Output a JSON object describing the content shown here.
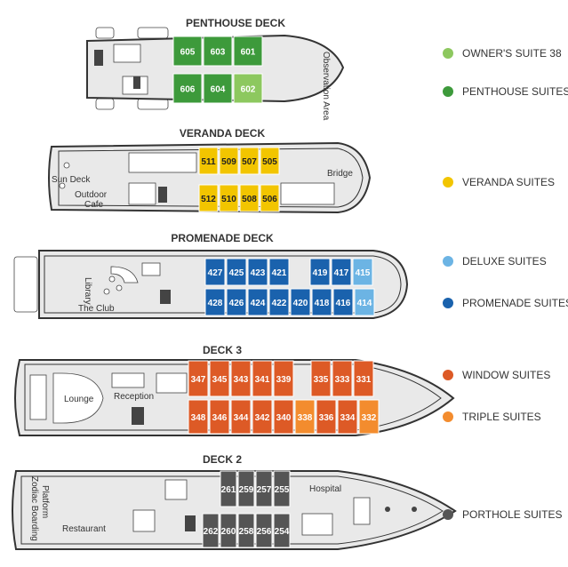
{
  "decks": [
    {
      "title": "PENTHOUSE DECK",
      "rooms_top": [
        {
          "num": "605",
          "cat": "penthouse"
        },
        {
          "num": "603",
          "cat": "penthouse"
        },
        {
          "num": "601",
          "cat": "penthouse"
        }
      ],
      "rooms_bottom": [
        {
          "num": "606",
          "cat": "penthouse"
        },
        {
          "num": "604",
          "cat": "penthouse"
        },
        {
          "num": "602",
          "cat": "owner"
        }
      ],
      "areas": [
        "Observation Area"
      ]
    },
    {
      "title": "VERANDA DECK",
      "rooms_top": [
        {
          "num": "511",
          "cat": "veranda"
        },
        {
          "num": "509",
          "cat": "veranda"
        },
        {
          "num": "507",
          "cat": "veranda"
        },
        {
          "num": "505",
          "cat": "veranda"
        }
      ],
      "rooms_bottom": [
        {
          "num": "512",
          "cat": "veranda"
        },
        {
          "num": "510",
          "cat": "veranda"
        },
        {
          "num": "508",
          "cat": "veranda"
        },
        {
          "num": "506",
          "cat": "veranda"
        }
      ],
      "areas": [
        "Sun Deck",
        "Outdoor",
        "Cafe",
        "Bridge"
      ]
    },
    {
      "title": "PROMENADE DECK",
      "rooms_top": [
        {
          "num": "427",
          "cat": "promenade"
        },
        {
          "num": "425",
          "cat": "promenade"
        },
        {
          "num": "423",
          "cat": "promenade"
        },
        {
          "num": "421",
          "cat": "promenade"
        },
        {
          "num": "419",
          "cat": "promenade"
        },
        {
          "num": "417",
          "cat": "promenade"
        },
        {
          "num": "415",
          "cat": "deluxe"
        }
      ],
      "rooms_bottom": [
        {
          "num": "428",
          "cat": "promenade"
        },
        {
          "num": "426",
          "cat": "promenade"
        },
        {
          "num": "424",
          "cat": "promenade"
        },
        {
          "num": "422",
          "cat": "promenade"
        },
        {
          "num": "420",
          "cat": "promenade"
        },
        {
          "num": "418",
          "cat": "promenade"
        },
        {
          "num": "416",
          "cat": "promenade"
        },
        {
          "num": "414",
          "cat": "deluxe"
        }
      ],
      "areas": [
        "Library",
        "The Club"
      ]
    },
    {
      "title": "DECK 3",
      "rooms_top": [
        {
          "num": "347",
          "cat": "window"
        },
        {
          "num": "345",
          "cat": "window"
        },
        {
          "num": "343",
          "cat": "window"
        },
        {
          "num": "341",
          "cat": "window"
        },
        {
          "num": "339",
          "cat": "window"
        },
        {
          "num": "335",
          "cat": "window"
        },
        {
          "num": "333",
          "cat": "window"
        },
        {
          "num": "331",
          "cat": "window"
        }
      ],
      "rooms_bottom": [
        {
          "num": "348",
          "cat": "window"
        },
        {
          "num": "346",
          "cat": "window"
        },
        {
          "num": "344",
          "cat": "window"
        },
        {
          "num": "342",
          "cat": "window"
        },
        {
          "num": "340",
          "cat": "window"
        },
        {
          "num": "338",
          "cat": "triple"
        },
        {
          "num": "336",
          "cat": "window"
        },
        {
          "num": "334",
          "cat": "window"
        },
        {
          "num": "332",
          "cat": "triple"
        }
      ],
      "areas": [
        "Lounge",
        "Reception"
      ]
    },
    {
      "title": "DECK 2",
      "rooms_top": [
        {
          "num": "261",
          "cat": "porthole"
        },
        {
          "num": "259",
          "cat": "porthole"
        },
        {
          "num": "257",
          "cat": "porthole"
        },
        {
          "num": "255",
          "cat": "porthole"
        }
      ],
      "rooms_bottom": [
        {
          "num": "262",
          "cat": "porthole"
        },
        {
          "num": "260",
          "cat": "porthole"
        },
        {
          "num": "258",
          "cat": "porthole"
        },
        {
          "num": "256",
          "cat": "porthole"
        },
        {
          "num": "254",
          "cat": "porthole"
        }
      ],
      "areas": [
        "Zodiac Boarding",
        "Platform",
        "Restaurant",
        "Hospital"
      ]
    }
  ],
  "legend": [
    {
      "key": "owner",
      "label": "OWNER'S SUITE 38",
      "color": "#8dc85f"
    },
    {
      "key": "penthouse",
      "label": "PENTHOUSE SUITES",
      "color": "#3d9a3b"
    },
    {
      "key": "veranda",
      "label": "VERANDA SUITES",
      "color": "#f2c500"
    },
    {
      "key": "deluxe",
      "label": "DELUXE SUITES",
      "color": "#6cb4e4"
    },
    {
      "key": "promenade",
      "label": "PROMENADE SUITES",
      "color": "#1a62ad"
    },
    {
      "key": "window",
      "label": "WINDOW SUITES",
      "color": "#dd5a26"
    },
    {
      "key": "triple",
      "label": "TRIPLE SUITES",
      "color": "#f38c2e"
    },
    {
      "key": "porthole",
      "label": "PORTHOLE SUITES",
      "color": "#555555"
    }
  ]
}
